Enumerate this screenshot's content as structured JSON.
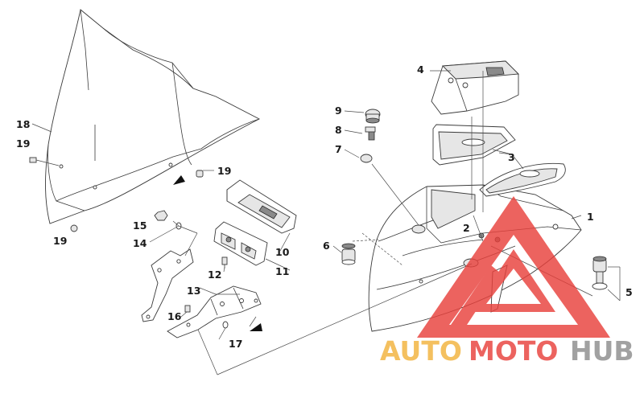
{
  "callouts": {
    "c1": "1",
    "c2": "2",
    "c3": "3",
    "c4": "4",
    "c5": "5",
    "c6": "6",
    "c7": "7",
    "c8": "8",
    "c9": "9",
    "c10": "10",
    "c11": "11",
    "c12": "12",
    "c13": "13",
    "c14": "14",
    "c15": "15",
    "c16": "16",
    "c17": "17",
    "c18": "18",
    "c19a": "19",
    "c19b": "19",
    "c19c": "19"
  },
  "watermark": {
    "word_auto": "AUTO",
    "word_moto": "MOTO",
    "word_hub": "HUB",
    "color_orange": "#f2b33d",
    "color_red": "#e8413c",
    "color_grey": "#8d8d8d"
  },
  "icons": {
    "arrow": "direction-arrow-icon",
    "logo": "automotohub-logo-icon"
  }
}
